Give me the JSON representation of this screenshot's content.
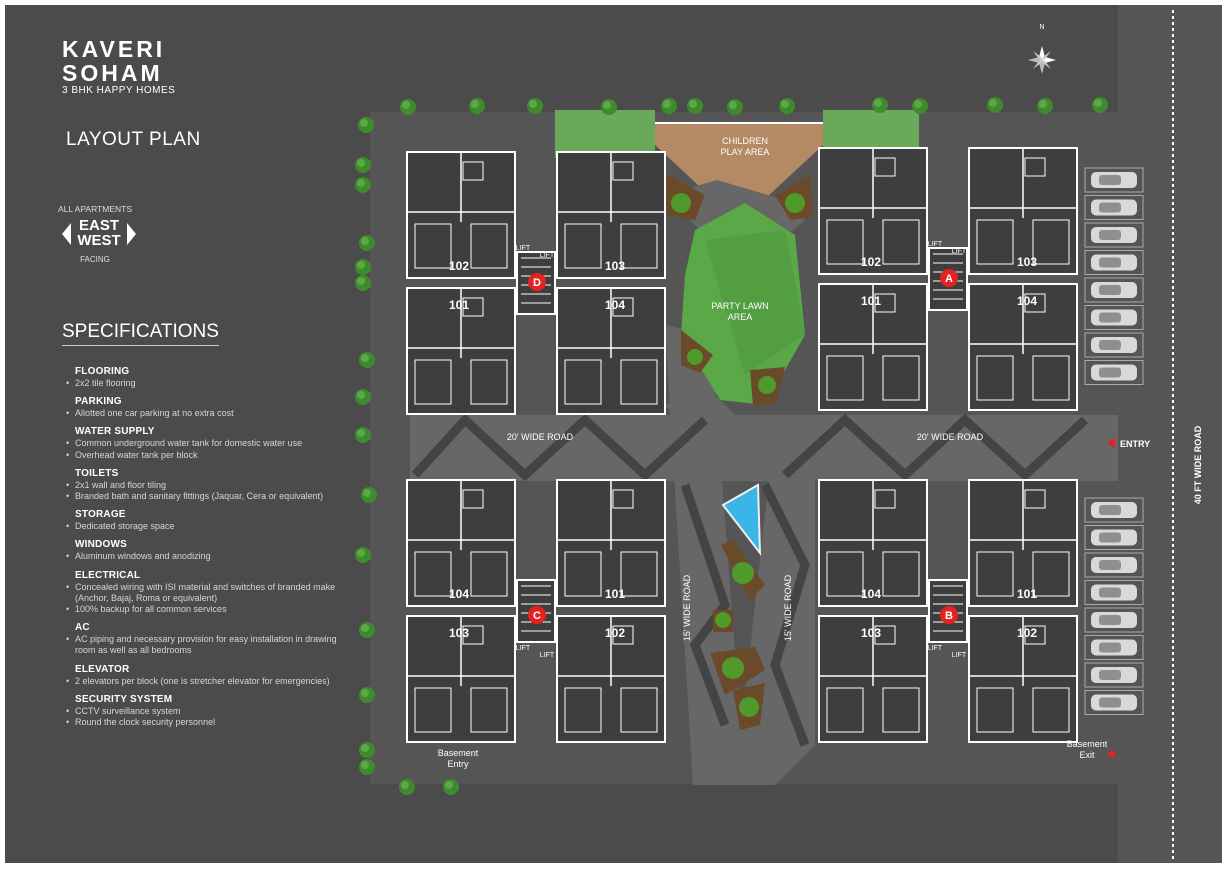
{
  "brand": {
    "line1": "KAVERI",
    "line2": "SOHAM",
    "tagline": "3 BHK HAPPY HOMES"
  },
  "layout_title": "LAYOUT PLAN",
  "orientation": {
    "top": "ALL APARTMENTS",
    "east": "EAST",
    "west": "WEST",
    "bottom": "FACING"
  },
  "specs_title": "SPECIFICATIONS",
  "specs": [
    {
      "title": "FLOORING",
      "items": [
        "2x2 tile flooring"
      ]
    },
    {
      "title": "PARKING",
      "items": [
        "Allotted one car parking at no extra cost"
      ]
    },
    {
      "title": "WATER SUPPLY",
      "items": [
        "Common underground water tank for domestic water use",
        "Overhead water tank per block"
      ]
    },
    {
      "title": "TOILETS",
      "items": [
        "2x1 wall and floor tiling",
        "Branded bath and sanitary fittings (Jaquar, Cera or equivalent)"
      ]
    },
    {
      "title": "STORAGE",
      "items": [
        "Dedicated storage space"
      ]
    },
    {
      "title": "WINDOWS",
      "items": [
        "Aluminum windows and anodizing"
      ]
    },
    {
      "title": "ELECTRICAL",
      "items": [
        "Concealed wiring with ISI material and switches of branded make (Anchor, Bajaj, Roma or equivalent)",
        "100% backup for all common services"
      ]
    },
    {
      "title": "AC",
      "items": [
        "AC piping and necessary provision for easy installation in drawing room as well as all bedrooms"
      ]
    },
    {
      "title": "ELEVATOR",
      "items": [
        "2 elevators per block (one is stretcher elevator for emergencies)"
      ]
    },
    {
      "title": "SECURITY SYSTEM",
      "items": [
        "CCTV surveillance system",
        "Round the clock security personnel"
      ]
    }
  ],
  "map": {
    "compass": "N",
    "children_play_area": [
      "CHILDREN",
      "PLAY AREA"
    ],
    "party_lawn": [
      "PARTY LAWN",
      "AREA"
    ],
    "roads": {
      "left_20": "20' WIDE ROAD",
      "right_20": "20' WIDE ROAD",
      "road_15_a": "15' WIDE ROAD",
      "road_15_b": "15' WIDE ROAD",
      "main_40": "40 FT WIDE ROAD"
    },
    "entry": "ENTRY",
    "basement_entry": [
      "Basement",
      "Entry"
    ],
    "basement_exit": [
      "Basement",
      "Exit"
    ],
    "lift": "LIFT",
    "blocks": {
      "D": {
        "tl": "102",
        "tr": "103",
        "bl": "101",
        "br": "104"
      },
      "A": {
        "tl": "102",
        "tr": "103",
        "bl": "101",
        "br": "104"
      },
      "C": {
        "tl": "104",
        "tr": "101",
        "bl": "103",
        "br": "102"
      },
      "B": {
        "tl": "104",
        "tr": "101",
        "bl": "103",
        "br": "102"
      }
    },
    "colors": {
      "background": "#4b4b4b",
      "road": "#5e5e5e",
      "lawn": "#5aa848",
      "play": "#b38a63",
      "marker": "#e52222",
      "water": "#3ab5e8"
    }
  }
}
